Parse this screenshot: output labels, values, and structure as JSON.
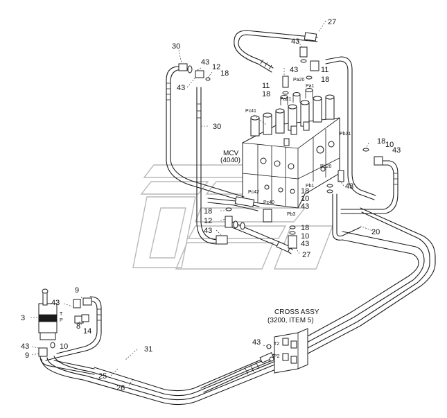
{
  "mcv": {
    "name": "MCV",
    "code": "(4040)"
  },
  "cross_assy": {
    "name": "CROSS ASSY",
    "ref": "(3200, ITEM 5)"
  },
  "parts": {
    "p3": "3",
    "p8": "8",
    "p9a": "9",
    "p9b": "9",
    "p10a": "10",
    "p10b": "10",
    "p10c": "10",
    "p10d": "10",
    "p11a": "11",
    "p11b": "11",
    "p12a": "12",
    "p12b": "12",
    "p14": "14",
    "p18a": "18",
    "p18b": "18",
    "p18c": "18",
    "p18d": "18",
    "p18e": "18",
    "p18f": "18",
    "p18g": "18",
    "p20": "20",
    "p25": "25",
    "p26": "26",
    "p27a": "27",
    "p27b": "27",
    "p30a": "30",
    "p30b": "30",
    "p31": "31",
    "p43a": "43",
    "p43b": "43",
    "p43c": "43",
    "p43d": "43",
    "p43e": "43",
    "p43f": "43",
    "p43g": "43",
    "p43h": "43",
    "p43i": "43",
    "p43j": "43",
    "p43k": "43"
  },
  "ports": {
    "pa20": "Pa20",
    "pa1": "Pa1",
    "pa21": "Pa21",
    "pc41": "Pc41",
    "pb21": "Pb21",
    "pb20": "Pb20",
    "pb1": "Pb1",
    "pc42": "Pc42",
    "pc40": "Pc40",
    "pb3": "Pb3",
    "t": "T",
    "p": "P",
    "t2": "T2",
    "p2": "P2"
  }
}
